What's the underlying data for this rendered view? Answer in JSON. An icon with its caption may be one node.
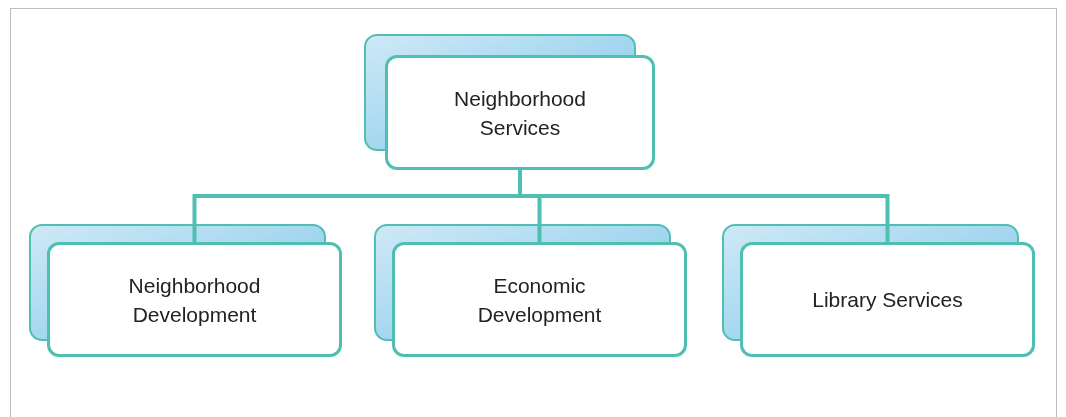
{
  "diagram": {
    "nodes": [
      {
        "text": [
          "Neighborhood Services"
        ]
      },
      {
        "text": [
          "Neighborhood Development"
        ]
      },
      {
        "text": [
          "Economic Development"
        ]
      },
      {
        "text": [
          "Library Services"
        ]
      }
    ],
    "edges": [
      {
        "from": 0,
        "to": 1,
        "arrow": "none"
      },
      {
        "from": 0,
        "to": 2,
        "arrow": "none"
      },
      {
        "from": 0,
        "to": 3,
        "arrow": "none"
      }
    ]
  }
}
